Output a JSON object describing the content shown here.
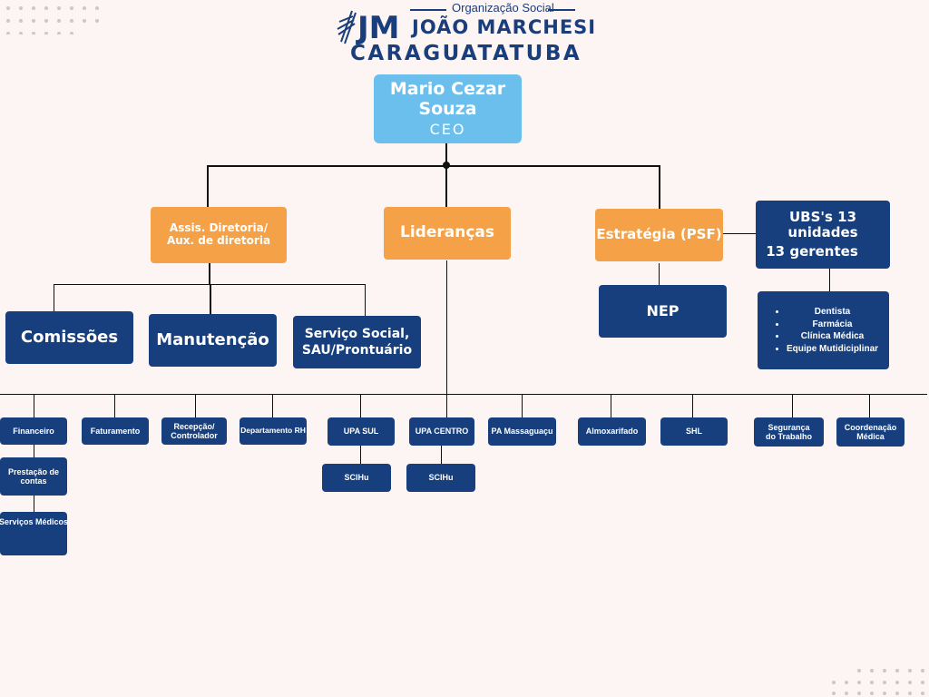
{
  "logo": {
    "org": "Organização Social",
    "jm": "JM",
    "name": "JOÃO MARCHESI",
    "city": "CARAGUATATUBA"
  },
  "ceo": {
    "name": "Mario Cezar Souza",
    "title": "CEO"
  },
  "level2": {
    "assist": "Assis. Diretoria/ Aux. de diretoria",
    "liderancas": "Lideranças",
    "estrategia": "Estratégia (PSF)",
    "ubs_line1": "UBS's 13 unidades",
    "ubs_line2": "13 gerentes"
  },
  "level3": {
    "comissoes": "Comissões",
    "manutencao": "Manutenção",
    "servico_social_line1": "Serviço Social,",
    "servico_social_line2": "SAU/Prontuário",
    "nep": "NEP"
  },
  "ubs_services": [
    "Dentista",
    "Farmácia",
    "Clínica Médica",
    "Equipe Mutidiciplinar"
  ],
  "departments": {
    "financeiro": "Financeiro",
    "prestacao": "Prestação de contas",
    "servicos_medicos": "Serviços Médicos",
    "faturamento": "Faturamento",
    "recepcao": "Recepção/ Controlador",
    "rh": "Departamento RH",
    "upa_sul": "UPA SUL",
    "scihu_sul": "SCIHu",
    "upa_centro": "UPA CENTRO",
    "scihu_centro": "SCIHu",
    "pa_massaguacu": "PA Massaguaçu",
    "almoxarifado": "Almoxarifado",
    "shl": "SHL",
    "seguranca": "Segurança do Trabalho",
    "coordenacao": "Coordenação Médica"
  },
  "colors": {
    "navy": "#173f7d",
    "orange": "#f4a148",
    "sky": "#6bbfed",
    "background": "#fdf5f3",
    "logo_blue": "#1a3d7c"
  }
}
